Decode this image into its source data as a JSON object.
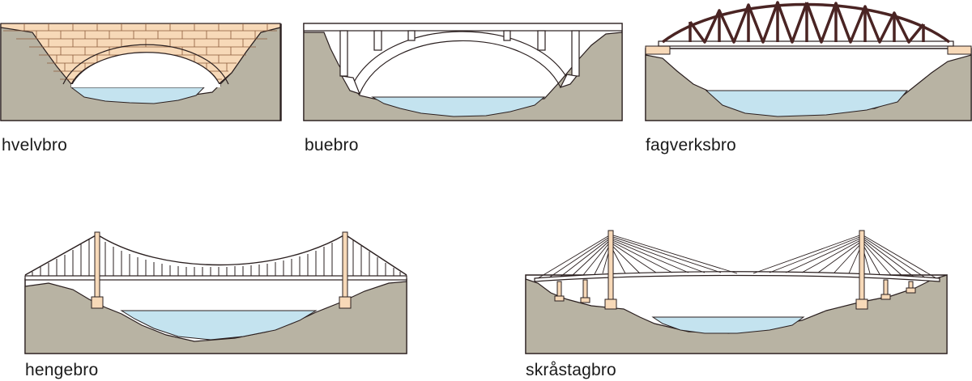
{
  "captions": {
    "arch_masonry": "hvelvbro",
    "arch": "buebro",
    "truss": "fagverksbro",
    "suspension": "hengebro",
    "cable_stayed": "skråstagbro"
  },
  "colors": {
    "ground": "#b8b3a3",
    "water": "#c4e3ef",
    "stone": "#f7d9b8",
    "pier": "#f7d9b8",
    "line": "#2a1f1f",
    "truss": "#4a2423"
  }
}
